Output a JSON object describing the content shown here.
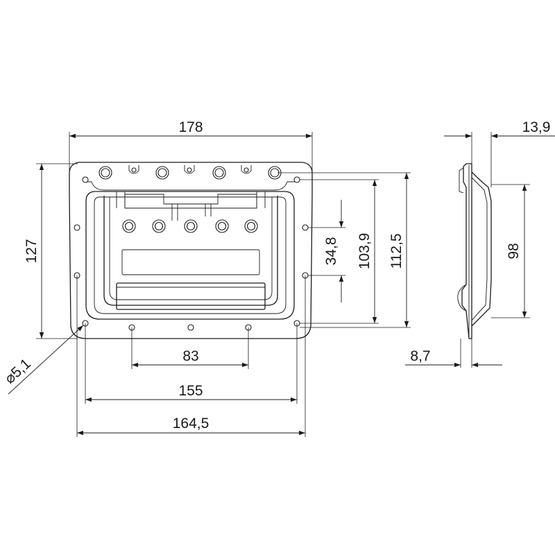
{
  "dimensions": {
    "overall_width": "178",
    "overall_height": "127",
    "side_depth": "13,9",
    "side_height": "98",
    "side_base": "8,7",
    "inner_height_small": "34,8",
    "inner_height_medium": "103,9",
    "inner_height_large": "112,5",
    "hole_spacing_small": "83",
    "hole_spacing_medium": "155",
    "hole_spacing_large": "164,5",
    "hole_diameter": "⌀5,1"
  },
  "colors": {
    "line": "#1a1a1a",
    "background": "#ffffff"
  }
}
